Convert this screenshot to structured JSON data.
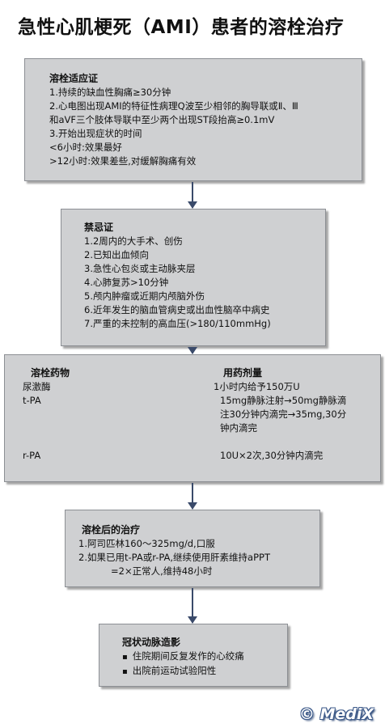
{
  "title": "急性心肌梗死（AMI）患者的溶栓治疗",
  "indications": {
    "heading": "溶栓适应证",
    "lines": [
      "1.持续的缺血性胸痛≥30分钟",
      "2.心电图出现AMI的特征性病理Q波至少相邻的胸导联或Ⅱ、Ⅲ",
      "和aVF三个肢体导联中至少两个出现ST段抬高≥0.1mV",
      "3.开始出现症状的时间",
      "<6小时:效果最好",
      ">12小时:效果差些,对缓解胸痛有效"
    ]
  },
  "contraindications": {
    "heading": "禁忌证",
    "lines": [
      "1.2周内的大手术、创伤",
      "2.已知出血倾向",
      "3.急性心包炎或主动脉夹层",
      "4.心肺复苏>10分钟",
      "5.颅内肿瘤或近期内颅脑外伤",
      "6.近年发生的脑血管病史或出血性脑卒中病史",
      "7.严重的未控制的高血压(>180/110mmHg)"
    ]
  },
  "drugs": {
    "col_drug": "溶栓药物",
    "col_dose": "用药剂量",
    "rows": [
      {
        "drug": "尿激酶",
        "dose": [
          "1小时内给予150万U"
        ]
      },
      {
        "drug": "t-PA",
        "dose": [
          "15mg静脉注射→50mg静脉滴",
          "注30分钟内滴完→35mg,30分",
          "钟内滴完"
        ]
      },
      {
        "drug": "r-PA",
        "dose": [
          "10U×2次,30分钟内滴完"
        ]
      }
    ]
  },
  "after": {
    "heading": "溶栓后的治疗",
    "lines": [
      "1.阿司匹林160～325mg/d,口服",
      "2.如果已用t-PA或r-PA,继续使用肝素维持aPPT",
      "=2×正常人,维持48小时"
    ]
  },
  "angiography": {
    "heading": "冠状动脉造影",
    "items": [
      "住院期间反复发作的心绞痛",
      "出院前运动试验阳性"
    ]
  },
  "logo": "© MediX"
}
